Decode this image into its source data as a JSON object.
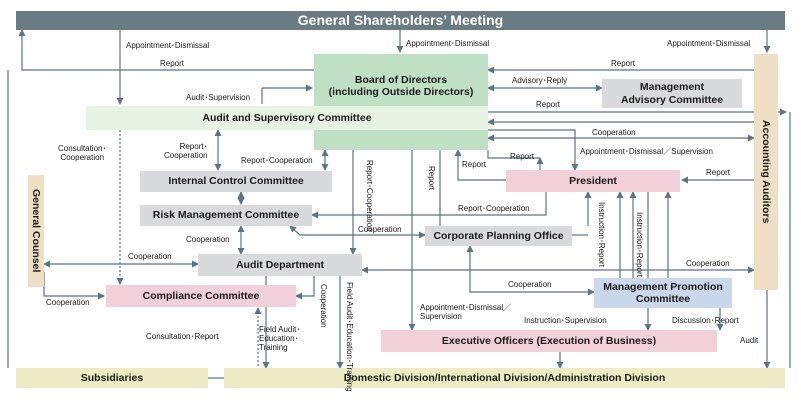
{
  "colors": {
    "header": "#6b7b84",
    "green": "#bfe0c4",
    "lightgreen": "#e6f2e2",
    "gray": "#d9dadb",
    "pink": "#f1d0d9",
    "blue": "#cbd7ea",
    "tan": "#ede0c4",
    "olive": "#ecebc3",
    "line": "#5c7580"
  },
  "nodes": {
    "meeting": "General Shareholders’ Meeting",
    "board_l1": "Board of Directors",
    "board_l2": "(including Outside Directors)",
    "advisory_l1": "Management",
    "advisory_l2": "Advisory Committee",
    "audit_committee": "Audit and Supervisory Committee",
    "internal_control": "Internal Control Committee",
    "risk": "Risk Management Committee",
    "president": "President",
    "planning": "Corporate Planning Office",
    "audit_dept": "Audit Department",
    "compliance": "Compliance Committee",
    "promotion_l1": "Management Promotion",
    "promotion_l2": "Committee",
    "executive": "Executive Officers (Execution of Business)",
    "subsidiaries": "Subsidiaries",
    "divisions": "Domestic Division/International Division/Administration Division",
    "counsel": "General Counsel",
    "auditors": "Accounting Auditors"
  },
  "edges": {
    "appt_dismissal_1": "Appointment･Dismissal",
    "appt_dismissal_2": "Appointment･Dismissal",
    "appt_dismissal_3": "Appointment･Dismissal",
    "report_top": "Report",
    "audit_supervision": "Audit･Supervision",
    "advisory_reply": "Advisory･Reply",
    "report_board": "Report",
    "report_auditors_1": "Report",
    "cooperation_1": "Cooperation",
    "consult_coop_l1": "Consultation･",
    "consult_coop_l2": "Cooperation",
    "report_coop_l1": "Report･",
    "report_coop_l2": "Cooperation",
    "report_coop_mid": "Report･Cooperation",
    "report_coop_vert": "Report･Cooperation",
    "report_vert": "Report",
    "report_pres_1": "Report",
    "report_pres_2": "Report",
    "appt_supervision": "Appointment･Dismissal／Supervision",
    "report_auditors_2": "Report",
    "report_coop_risk": "Report･Cooperation",
    "cooperation_risk": "Cooperation",
    "cooperation_ic": "Cooperation",
    "instr_report_1": "Instruction･Report",
    "instr_report_2": "Instruction･Report",
    "cooperation_counsel": "Cooperation",
    "cooperation_auditors": "Cooperation",
    "cooperation_promo": "Cooperation",
    "cooperation_left": "Cooperation",
    "cooperation_vert": "Cooperation",
    "field_audit_vert": "Field Audit･Education･Training",
    "appt_sup_l1": "Appointment･Dismissal／",
    "appt_sup_l2": "Supervision",
    "instr_supervision": "Instruction･Supervision",
    "discussion_report": "Discussion･Report",
    "consult_report": "Consultation･Report",
    "field_l1": "Field Audit･",
    "field_l2": "Education･",
    "field_l3": "Training",
    "audit": "Audit"
  }
}
